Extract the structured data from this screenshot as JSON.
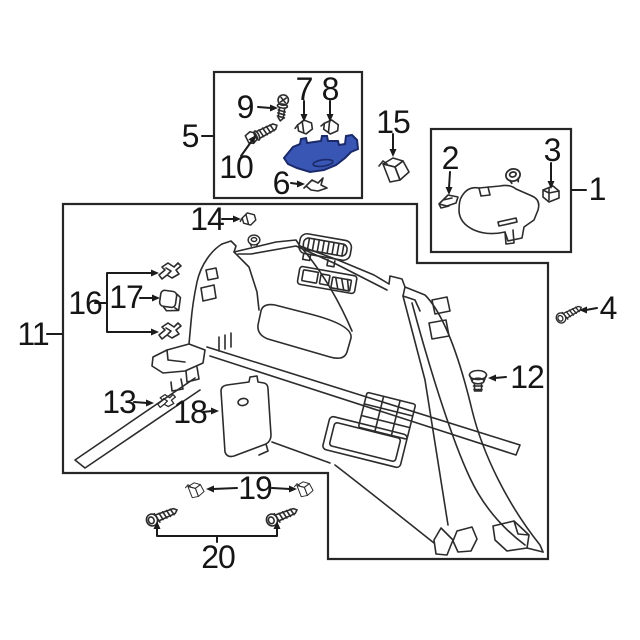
{
  "meta": {
    "type": "exploded-parts-diagram",
    "background": "#ffffff",
    "line_color": "#2c2c2c",
    "label_color": "#151515",
    "highlight_fill": "#3a56b4",
    "highlight_stroke": "#1a2a6b"
  },
  "callouts": [
    {
      "num": "1"
    },
    {
      "num": "2"
    },
    {
      "num": "3"
    },
    {
      "num": "4"
    },
    {
      "num": "5"
    },
    {
      "num": "6"
    },
    {
      "num": "7"
    },
    {
      "num": "8"
    },
    {
      "num": "9"
    },
    {
      "num": "10"
    },
    {
      "num": "11"
    },
    {
      "num": "12"
    },
    {
      "num": "13"
    },
    {
      "num": "14"
    },
    {
      "num": "15"
    },
    {
      "num": "16"
    },
    {
      "num": "17"
    },
    {
      "num": "18"
    },
    {
      "num": "19"
    },
    {
      "num": "20"
    }
  ],
  "icons": [
    {
      "name": "screw-icon",
      "shape": "pan-head-screw"
    },
    {
      "name": "bolt-icon",
      "shape": "hex-flange-bolt"
    },
    {
      "name": "washer-screw-icon",
      "shape": "washer-head-screw"
    },
    {
      "name": "u-clip-icon",
      "shape": "u-nut-clip"
    },
    {
      "name": "trim-clip-icon",
      "shape": "winged-trim-clip"
    },
    {
      "name": "grommet-icon",
      "shape": "round-grommet"
    },
    {
      "name": "push-pin-icon",
      "shape": "push-pin-retainer"
    },
    {
      "name": "bracket-clip-icon",
      "shape": "box-bracket-clip"
    }
  ]
}
